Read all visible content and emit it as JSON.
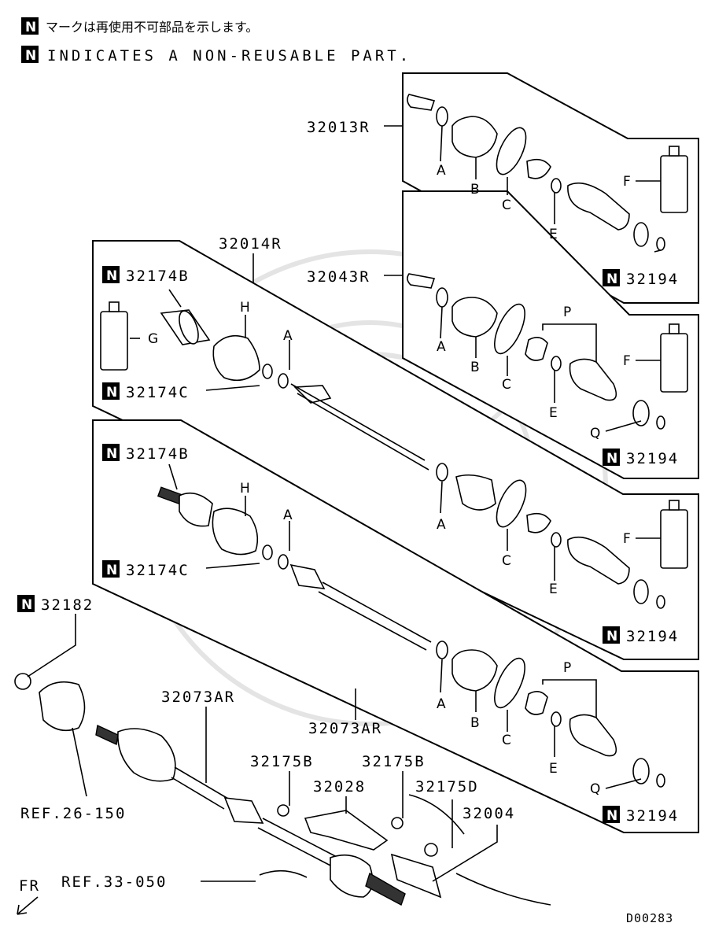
{
  "header": {
    "badge": "N",
    "note_jp": "マークは再使用不可部品を示します。",
    "note_en": "INDICATES A NON-REUSABLE PART."
  },
  "assemblies": {
    "a1": "32013R",
    "a2": "32043R",
    "a3": "32014R",
    "a4": "32073AR",
    "a5": "32073AR"
  },
  "parts": {
    "p32174B_1": "32174B",
    "p32174C_1": "32174C",
    "p32174B_2": "32174B",
    "p32174C_2": "32174C",
    "p32194_1": "32194",
    "p32194_2": "32194",
    "p32194_3": "32194",
    "p32194_4": "32194",
    "p32182": "32182",
    "p32175B_1": "32175B",
    "p32175B_2": "32175B",
    "p32028": "32028",
    "p32175D": "32175D",
    "p32004": "32004"
  },
  "refs": {
    "ref26": "REF.26-150",
    "ref33": "REF.33-050"
  },
  "letters": {
    "A": "A",
    "B": "B",
    "C": "C",
    "E": "E",
    "F": "F",
    "G": "G",
    "H": "H",
    "P": "P",
    "Q": "Q"
  },
  "direction": "FR",
  "diagram_code": "D00283"
}
